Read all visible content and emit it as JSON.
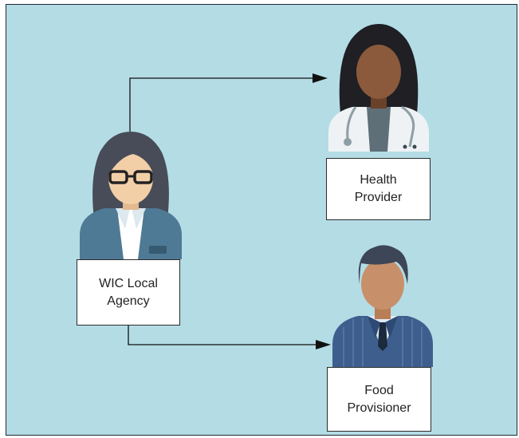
{
  "diagram": {
    "background_color": "#b4dce5",
    "nodes": {
      "wic": {
        "lines": [
          "WIC Local",
          "Agency"
        ],
        "icon": "woman-with-glasses-icon"
      },
      "health": {
        "lines": [
          "Health",
          "Provider"
        ],
        "icon": "doctor-with-stethoscope-icon"
      },
      "food": {
        "lines": [
          "Food",
          "Provisioner"
        ],
        "icon": "man-in-suit-icon"
      }
    },
    "edges": [
      {
        "from": "WIC Local Agency",
        "to": "Health Provider"
      },
      {
        "from": "WIC Local Agency",
        "to": "Food Provisioner"
      }
    ]
  }
}
